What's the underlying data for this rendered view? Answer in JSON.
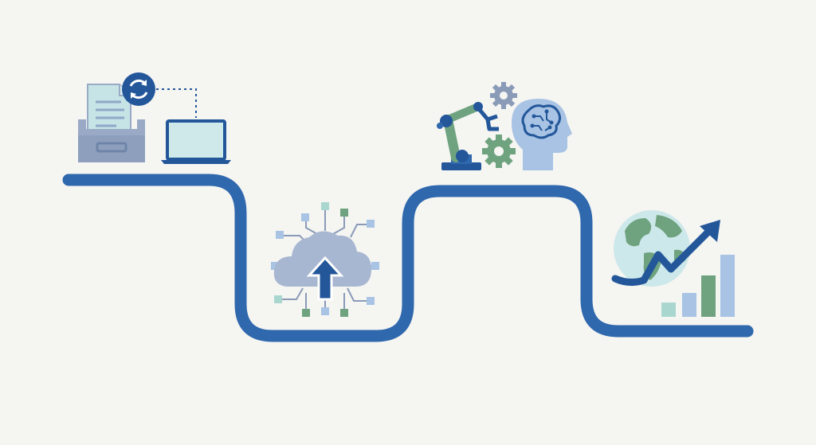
{
  "colors": {
    "background": "#f5f5f2",
    "path_blue": "#2f68ad",
    "dark_blue": "#23579a",
    "light_blue": "#a8c3e4",
    "pale_cyan": "#cde8ea",
    "mint": "#a9d7cf",
    "sage_green": "#6fa37f",
    "gray_blue": "#9aaac6",
    "gear_gray": "#8a9bb8"
  },
  "stages": [
    {
      "id": "archive-sync",
      "icons": [
        "file-cabinet-icon",
        "document-icon",
        "sync-icon",
        "laptop-icon"
      ]
    },
    {
      "id": "cloud-upload",
      "icons": [
        "cloud-icon",
        "upload-arrow-icon",
        "network-nodes-icon"
      ]
    },
    {
      "id": "ai-automation",
      "icons": [
        "robot-arm-icon",
        "gear-icon",
        "brain-head-icon"
      ]
    },
    {
      "id": "global-growth",
      "icons": [
        "globe-icon",
        "trend-arrow-icon",
        "bar-chart-icon"
      ]
    }
  ]
}
